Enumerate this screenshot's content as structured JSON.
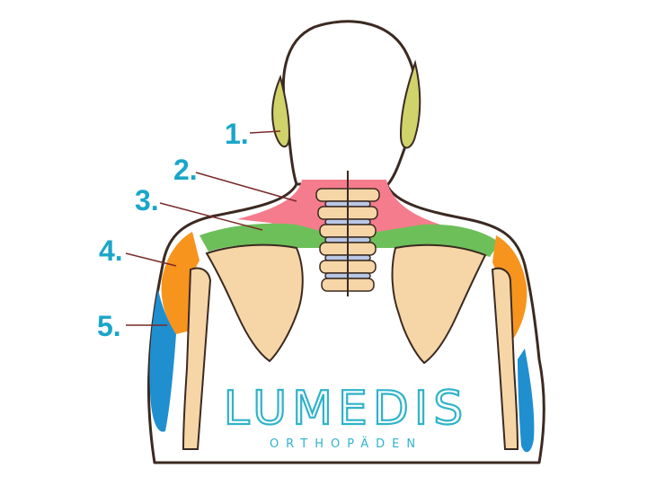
{
  "labels": [
    {
      "number": "1."
    },
    {
      "number": "2."
    },
    {
      "number": "3."
    },
    {
      "number": "4."
    },
    {
      "number": "5."
    }
  ],
  "logo": {
    "name": "LUMEDIS",
    "tagline": "ORTHOPÄDEN"
  },
  "colors": {
    "label_text": "#1aa6c9",
    "zone_1": "#cfd36a",
    "zone_2": "#f57c8c",
    "zone_3": "#6dbf5a",
    "zone_4": "#f7941d",
    "zone_5": "#1f8fd0",
    "bone": "#f6d6a6",
    "spine_disc": "#b9c7e6",
    "outline": "#3b2a22",
    "logo": "#2fb3c9"
  }
}
